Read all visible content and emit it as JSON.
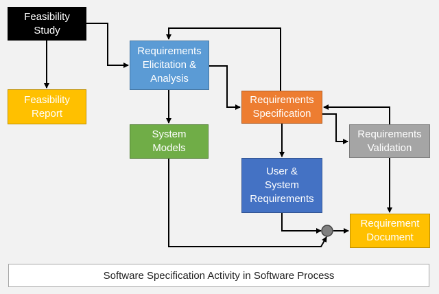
{
  "colors": {
    "black": "#000000",
    "yellow": "#ffc000",
    "light_blue": "#5b9bd5",
    "orange": "#ed7d31",
    "green": "#70ad47",
    "dark_blue": "#4472c4",
    "gray": "#a5a5a5",
    "connector": "#000000",
    "junction": "#808080"
  },
  "boxes": {
    "feasibility_study": "Feasibility\nStudy",
    "feasibility_report": "Feasibility\nReport",
    "requirements_elicitation": "Requirements\nElicitation &\nAnalysis",
    "requirements_specification": "Requirements\nSpecification",
    "system_models": "System\nModels",
    "requirements_validation": "Requirements\nValidation",
    "user_system_requirements": "User &\nSystem\nRequirements",
    "requirement_document": "Requirement\nDocument"
  },
  "caption": "Software Specification Activity in Software Process"
}
